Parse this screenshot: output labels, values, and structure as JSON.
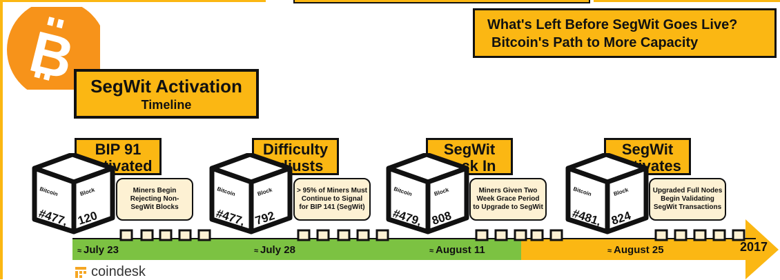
{
  "header": {
    "title_line1": "What's Left Before SegWit Goes Live?",
    "title_line2": "Bitcoin's Path to More Capacity"
  },
  "badge": {
    "title": "SegWit Activation",
    "subtitle": "Timeline"
  },
  "logo_icon": "bitcoin-icon",
  "events": [
    {
      "title_l1": "BIP 91",
      "title_l2": "Activated",
      "face_left": "Bitcoin",
      "face_right": "Block",
      "num_left": "#477,",
      "num_right": "120",
      "note": "Miners Begin Rejecting Non-SegWit Blocks",
      "date": "July 23"
    },
    {
      "title_l1": "Difficulty",
      "title_l2": "Adjusts",
      "face_left": "Bitcoin",
      "face_right": "Block",
      "num_left": "#477,",
      "num_right": "792",
      "note": "> 95% of Miners Must Continue to Signal for BIP 141 (SegWit)",
      "date": "July 28"
    },
    {
      "title_l1": "SegWit",
      "title_l2": "Lock In",
      "face_left": "Bitcoin",
      "face_right": "Block",
      "num_left": "#479,",
      "num_right": "808",
      "note": "Miners Given Two Week Grace Period to Upgrade to SegWit",
      "date": "August 11"
    },
    {
      "title_l1": "SegWit",
      "title_l2": "Activates",
      "face_left": "Bitcoin",
      "face_right": "Block",
      "num_left": "#481,",
      "num_right": "824",
      "note": "Upgraded Full Nodes Begin Validating SegWit Transactions",
      "date": "August 25"
    }
  ],
  "date_prefix": "≈",
  "year": "2017",
  "brand": {
    "name": "coindesk",
    "icon": "coindesk-logo-icon"
  },
  "colors": {
    "accent": "#fbb713",
    "bitcoin_orange": "#f7931a",
    "green": "#7cc242",
    "note_bg": "#fdf1d3",
    "ink": "#111111"
  }
}
